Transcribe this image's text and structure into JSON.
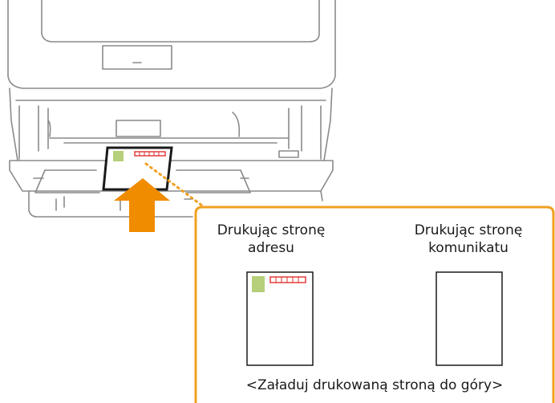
{
  "callout": {
    "left_label": "Drukując stronę adresu",
    "right_label": "Drukując stronę komunikatu",
    "footer": "<Załaduj drukowaną stroną do góry>"
  },
  "colors": {
    "callout_border": "#F0A020",
    "arrow": "#F08C00",
    "dotted_line": "#F0A020",
    "stamp": "#B5CF7A",
    "postal_code": "#E03030",
    "printer_line": "#7A7A7A",
    "card_outline": "#1A1A1A"
  },
  "icons": {
    "printer": "printer-illustration",
    "arrow": "upward-arrow-icon",
    "address_card": "postcard-address-side-icon",
    "message_card": "postcard-message-side-icon"
  }
}
